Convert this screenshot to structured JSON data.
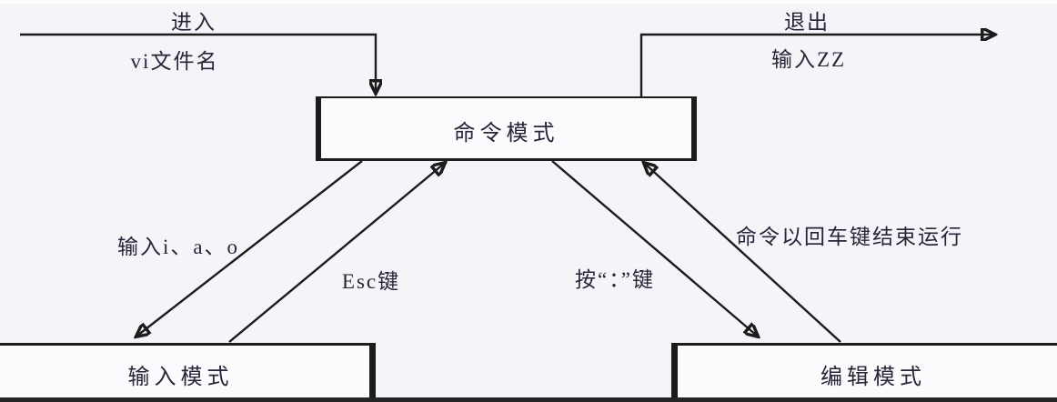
{
  "diagram": {
    "description": "vi editor mode transition diagram",
    "colors": {
      "background": "#f5f4f8",
      "box_fill": "#fbfbfd",
      "line": "#1c1c1c",
      "text": "#2a2438"
    }
  },
  "nodes": {
    "command": "命令模式",
    "input": "输入模式",
    "edit": "编辑模式"
  },
  "labels": {
    "enter": "进入",
    "enter_cmd": "vi文件名",
    "exit": "退出",
    "exit_cmd": "输入ZZ",
    "to_input": "输入i、a、o",
    "esc": "Esc键",
    "colon": "按“：”键",
    "run": "命令以回车键结束运行"
  }
}
